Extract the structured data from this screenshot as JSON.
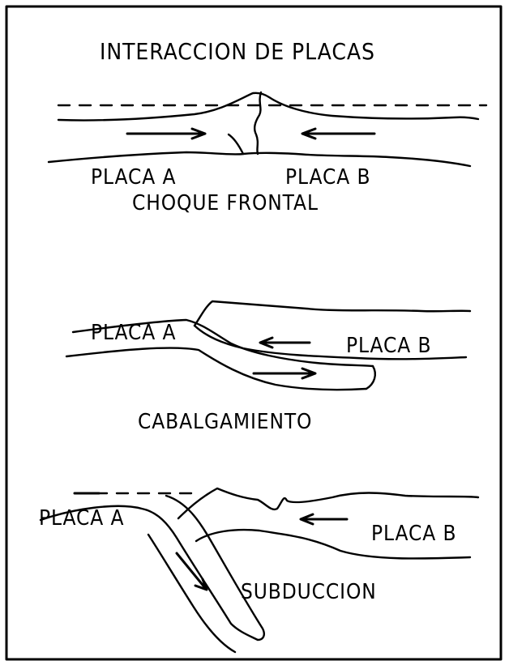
{
  "title": "INTERACCION DE PLACAS",
  "panels": [
    {
      "id": "choque-frontal",
      "caption": "CHOQUE FRONTAL",
      "plate_a_label": "PLACA A",
      "plate_b_label": "PLACA B"
    },
    {
      "id": "cabalgamiento",
      "caption": "CABALGAMIENTO",
      "plate_a_label": "PLACA A",
      "plate_b_label": "PLACA B"
    },
    {
      "id": "subduccion",
      "caption": "SUBDUCCION",
      "plate_a_label": "PLACA A",
      "plate_b_label": "PLACA B"
    }
  ],
  "colors": {
    "line": "#000000",
    "background": "#ffffff"
  }
}
